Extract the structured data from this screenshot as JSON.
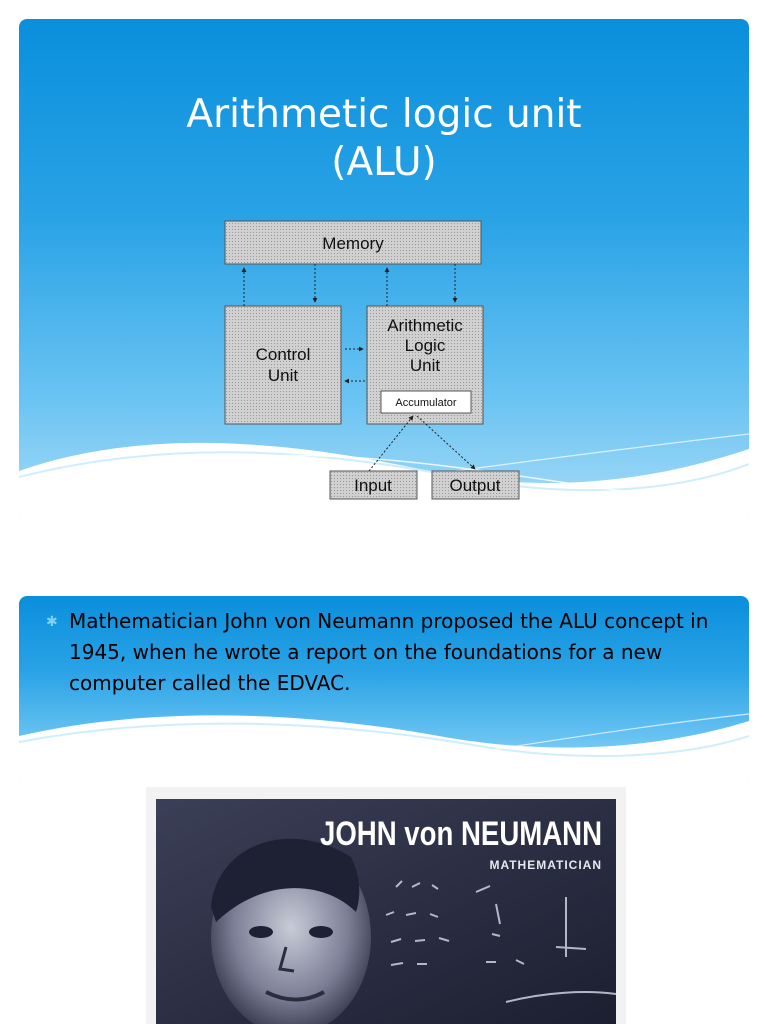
{
  "slide1": {
    "title_line1": "Arithmetic logic unit",
    "title_line2": "(ALU)",
    "diagram": {
      "memory": "Memory",
      "control_line1": "Control",
      "control_line2": "Unit",
      "alu_line1": "Arithmetic",
      "alu_line2": "Logic",
      "alu_line3": "Unit",
      "accumulator": "Accumulator",
      "input": "Input",
      "output": "Output"
    }
  },
  "slide2": {
    "bullet_icon": "star-bullet-icon",
    "bullet_text": "Mathematician John von Neumann proposed the ALU concept in 1945, when he wrote a report on the foundations for a new computer called the EDVAC."
  },
  "photo": {
    "name": "JOHN von NEUMANN",
    "caption": "MATHEMATICIAN"
  },
  "colors": {
    "slide_top": "#0a8fdc",
    "slide_bottom": "#a9dcf8",
    "diagram_box": "#c9c9c9"
  }
}
